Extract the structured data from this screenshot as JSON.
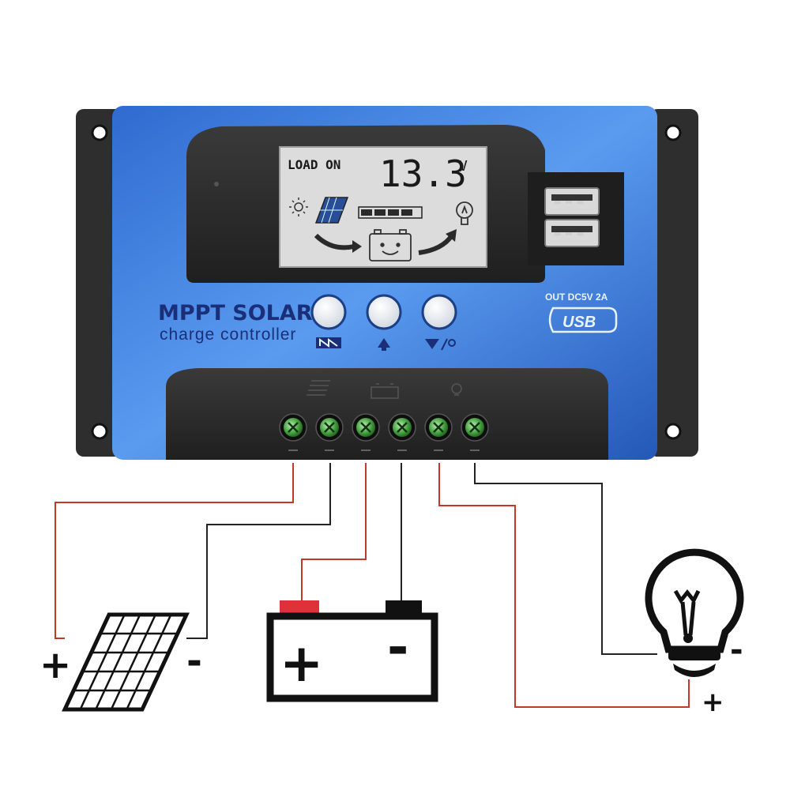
{
  "display": {
    "status": "LOAD ON",
    "voltage": "13.3",
    "unit": "V"
  },
  "branding": {
    "title": "MPPT SOLAR",
    "subtitle": "charge controller"
  },
  "usb": {
    "spec": "OUT DC5V 2A",
    "logo": "USB"
  },
  "buttons": [
    {
      "name": "menu-button",
      "icon": "menu-icon"
    },
    {
      "name": "up-button",
      "icon": "up-arrow-icon"
    },
    {
      "name": "down-light-button",
      "icon": "down-arrow-light-icon"
    }
  ],
  "terminals": [
    {
      "name": "terminal-solar-positive",
      "wire_color": "#c0392b"
    },
    {
      "name": "terminal-solar-negative",
      "wire_color": "#222222"
    },
    {
      "name": "terminal-battery-positive",
      "wire_color": "#c0392b"
    },
    {
      "name": "terminal-battery-negative",
      "wire_color": "#222222"
    },
    {
      "name": "terminal-load-positive",
      "wire_color": "#c0392b"
    },
    {
      "name": "terminal-load-negative",
      "wire_color": "#222222"
    }
  ],
  "polarity": {
    "solar_plus": "+",
    "solar_minus": "-",
    "battery_plus": "+",
    "battery_minus": "-",
    "load_plus": "+",
    "load_minus": "-"
  },
  "colors": {
    "case_blue": "#3a78d8",
    "case_black": "#2b2b2b",
    "lcd_bg": "#dcdcdc",
    "wire_red": "#c0392b",
    "wire_black": "#222222"
  }
}
